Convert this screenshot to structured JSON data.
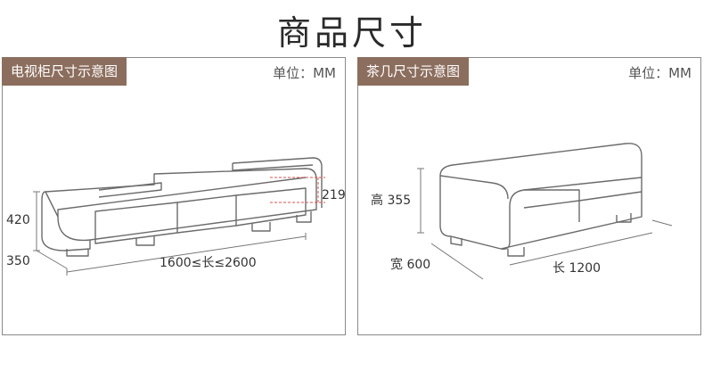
{
  "page": {
    "title": "商品尺寸"
  },
  "tv_cabinet": {
    "tab_label": "电视柜尺寸示意图",
    "unit_label": "单位：MM",
    "dims": {
      "height": "420",
      "depth": "350",
      "length": "1600≤长≤2600",
      "top_height": "219"
    }
  },
  "coffee_table": {
    "tab_label": "茶几尺寸示意图",
    "unit_label": "单位：MM",
    "dims": {
      "height": "高 355",
      "width": "宽 600",
      "length": "长 1200"
    }
  },
  "colors": {
    "tab_bg": "#8c6e5e",
    "line": "#6b6b6b",
    "accent_red": "#d9534f"
  }
}
